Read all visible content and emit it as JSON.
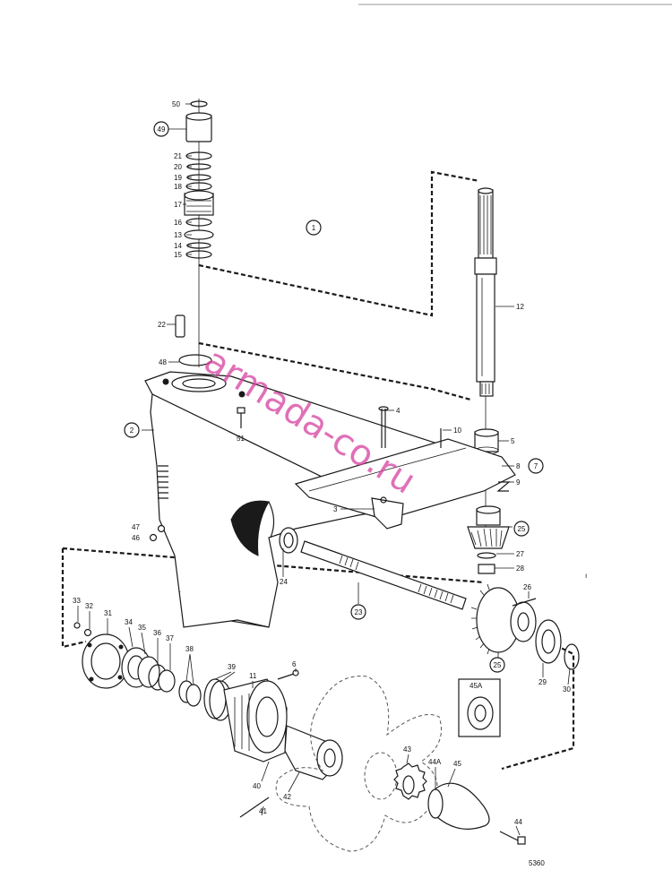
{
  "drawing_number": "5360",
  "watermark": "armada-co.ru",
  "colors": {
    "ink": "#1a1a1a",
    "watermark": "#d6409f",
    "background": "#ffffff"
  },
  "labels": {
    "l50": "50",
    "l49": "49",
    "l21": "21",
    "l20": "20",
    "l19": "19",
    "l18": "18",
    "l17": "17",
    "l16": "16",
    "l13": "13",
    "l14": "14",
    "l15": "15",
    "l1": "1",
    "l12": "12",
    "l22": "22",
    "l48": "48",
    "l2": "2",
    "l51": "51",
    "l4": "4",
    "l10": "10",
    "l5": "5",
    "l8": "8",
    "l7": "7",
    "l9": "9",
    "l3": "3",
    "l25a": "25",
    "l27": "27",
    "l28": "28",
    "l47": "47",
    "l46": "46",
    "l24": "24",
    "l23": "23",
    "l26": "26",
    "l25b": "25",
    "l29": "29",
    "l30": "30",
    "l33": "33",
    "l32": "32",
    "l31": "31",
    "l34": "34",
    "l35": "35",
    "l36": "36",
    "l37": "37",
    "l38": "38",
    "l39": "39",
    "l11": "11",
    "l6": "6",
    "l45A": "45A",
    "l43": "43",
    "l44A": "44A",
    "l45": "45",
    "l40": "40",
    "l42": "42",
    "l41": "41",
    "l44": "44"
  }
}
